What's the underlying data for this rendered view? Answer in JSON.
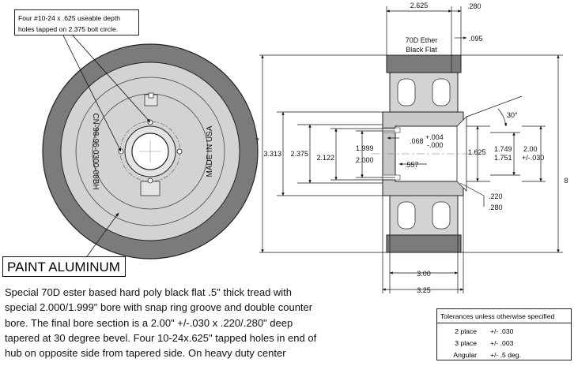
{
  "callout": {
    "line1": "Four #10-24 x .625 useable depth",
    "line2": "holes tapped on 2.375 bolt circle."
  },
  "front_view": {
    "left_stamp": "CN-98-96-0300-08BH",
    "right_stamp": "MADE IN USA"
  },
  "paint_label": "PAINT ALUMINUM",
  "description": {
    "lines": [
      "Special 70D ester based hard poly black flat .5\" thick tread with",
      "special 2.000/1.999\" bore with snap ring groove and double counter",
      "bore.  The final bore section is a 2.00\" +/-.030 x .220/.280\" deep",
      "tapered at 30 degree bevel. Four 10-24x.625\" tapped holes in end of",
      "hub on opposite side from tapered side. On heavy duty center"
    ]
  },
  "side_view": {
    "tread_label_1": "70D Ether",
    "tread_label_2": "Black Flat"
  },
  "dims": {
    "d_2625": "2.625",
    "d_280_top": ".280",
    "d_095": ".095",
    "d_7": "7",
    "d_3313": "3.313",
    "d_2375": "2.375",
    "d_2122": "2.122",
    "d_1999": "1.999",
    "d_2000": "2.000",
    "d_068": ".068",
    "d_tol_plus": "+.004",
    "d_tol_minus": "-.000",
    "d_557": ".557",
    "d_1625": "1.625",
    "d_1749": "1.749",
    "d_1751": "1.751",
    "d_200": "2.00",
    "d_200_tol": "+/-.030",
    "d_30deg": "30°",
    "d_220": ".220",
    "d_280_bot": ".280",
    "d_8": "8",
    "d_300": "3.00",
    "d_325": "3.25"
  },
  "tolerances": {
    "header": "Tolerances unless otherwise specified",
    "rows": [
      {
        "label": "2 place",
        "value": "+/- .030"
      },
      {
        "label": "3 place",
        "value": "+/- .003"
      },
      {
        "label": "Angular",
        "value": "+/- .5 deg."
      }
    ]
  }
}
